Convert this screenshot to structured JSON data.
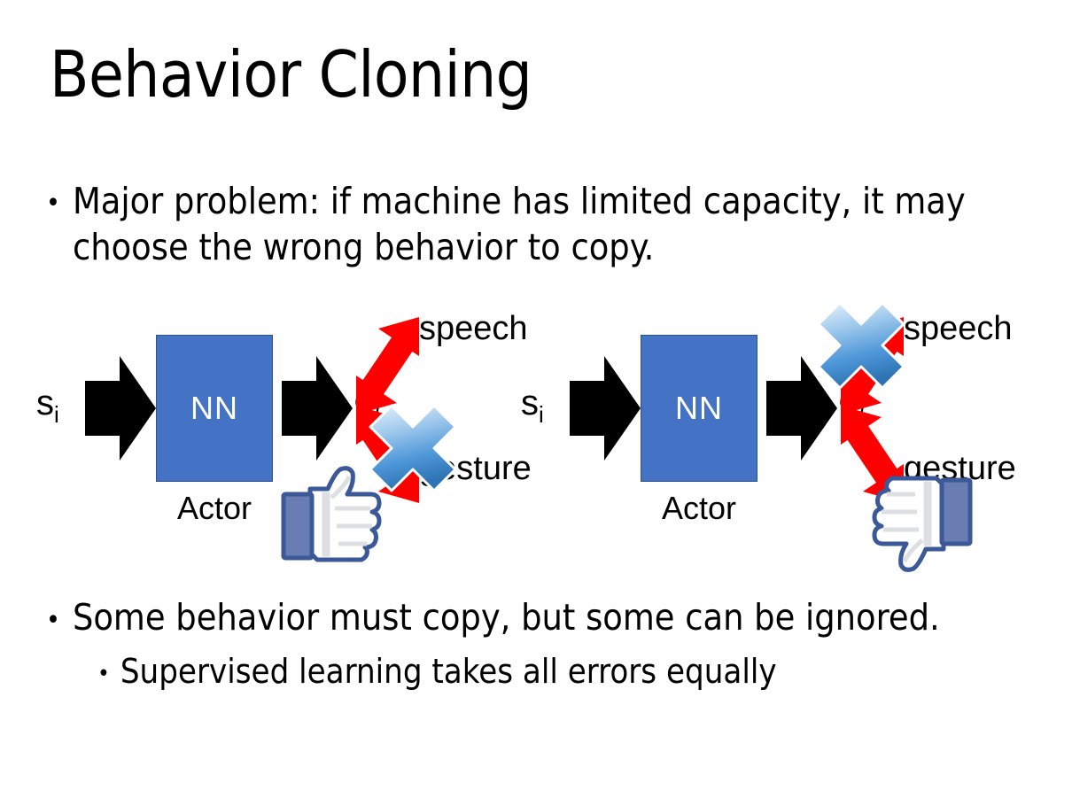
{
  "slide": {
    "title": "Behavior Cloning",
    "background_color": "#FFFFFF",
    "bullets_top": [
      {
        "level": 1,
        "marker": "•",
        "text": "Major problem: if machine has limited capacity, it may choose the wrong behavior to copy."
      }
    ],
    "bullets_bottom": [
      {
        "level": 1,
        "marker": "•",
        "text": "Some behavior must copy, but some can be ignored."
      },
      {
        "level": 2,
        "marker": "•",
        "text": "Supervised learning takes all errors equally"
      }
    ]
  },
  "colors": {
    "nn_box_fill": "#4472C4",
    "nn_box_border": "#2F528F",
    "arrow_black": "#000000",
    "arrow_red": "#FF0000",
    "cross_blue_light": "#C9DDF4",
    "cross_blue_mid": "#5B9BD5",
    "cross_blue_dark": "#2E74B5",
    "thumb_navy": "#3B5998",
    "thumb_fill": "#FFFFFF",
    "thumb_shadow": "#DDDFE3",
    "text_black": "#000000",
    "nn_text": "#FFFFFF"
  },
  "diagram_left": {
    "name": "behavior-cloning-good-case",
    "state_label": "s",
    "state_subscript": "i",
    "nn_label": "NN",
    "actor_label": "Actor",
    "action_label": "â",
    "action_subscript": "i",
    "branch_upper_label": "speech",
    "branch_lower_label": "gesture",
    "crossed_out_branch": "gesture",
    "feedback_icon": "thumbs-up-icon",
    "feedback_sentiment": "positive"
  },
  "diagram_right": {
    "name": "behavior-cloning-bad-case",
    "state_label": "s",
    "state_subscript": "i",
    "nn_label": "NN",
    "actor_label": "Actor",
    "action_label": "â",
    "action_subscript": "i",
    "branch_upper_label": "speech",
    "branch_lower_label": "gesture",
    "crossed_out_branch": "speech",
    "feedback_icon": "thumbs-down-icon",
    "feedback_sentiment": "negative"
  }
}
